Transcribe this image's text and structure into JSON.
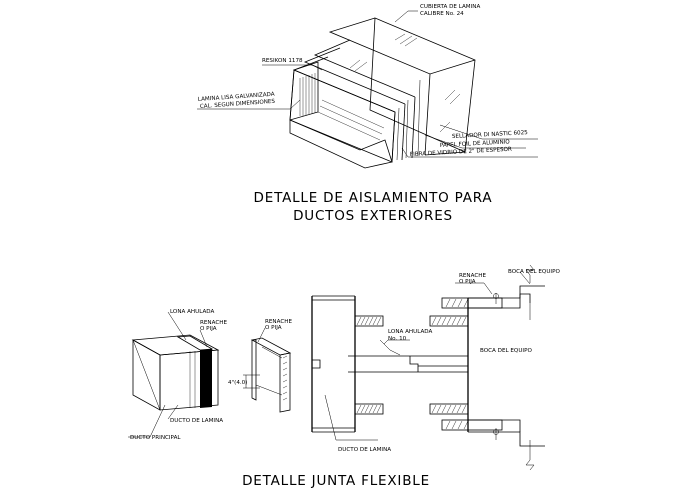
{
  "top_detail": {
    "labels": {
      "cubierta_line1": "CUBIERTA DE LAMINA",
      "cubierta_line2": "CALIBRE No. 24",
      "resikon": "RESIKON 1178",
      "lamina_line1": "LAMINA LISA GALVANIZADA",
      "lamina_line2": "CAL. SEGUN DIMENSIONES",
      "sellador": "SELLADOR DI NASTIC 6025",
      "papel": "PAPEL FOIL DE ALUMINIO",
      "fibra": "FIBRA DE VIDRIO DE 2\" DE ESPESOR"
    },
    "title_line1": "DETALLE DE AISLAMIENTO PARA",
    "title_line2": "DUCTOS EXTERIORES"
  },
  "bottom_detail": {
    "labels": {
      "lona_ahulada": "LONA AHULADA",
      "renache_left_line1": "RENACHE",
      "renache_left_line2": "O PIJA",
      "renache_mid_line1": "RENACHE",
      "renache_mid_line2": "O PIJA",
      "dim": "4\"(4.0)",
      "ducto_lamina_left": "DUCTO DE LAMINA",
      "ducto_principal": "DUCTO PRINCIPAL",
      "renache_right_line1": "RENACHE",
      "renache_right_line2": "O PIJA",
      "boca_equipo_top": "BOCA DEL EQUIPO",
      "lona_ahulada_no10_line1": "LONA AHULADA",
      "lona_ahulada_no10_line2": "No. 10",
      "boca_equipo_mid": "BOCA DEL EQUIPO",
      "ducto_lamina_right": "DUCTO DE LAMINA"
    },
    "title": "DETALLE JUNTA FLEXIBLE"
  }
}
